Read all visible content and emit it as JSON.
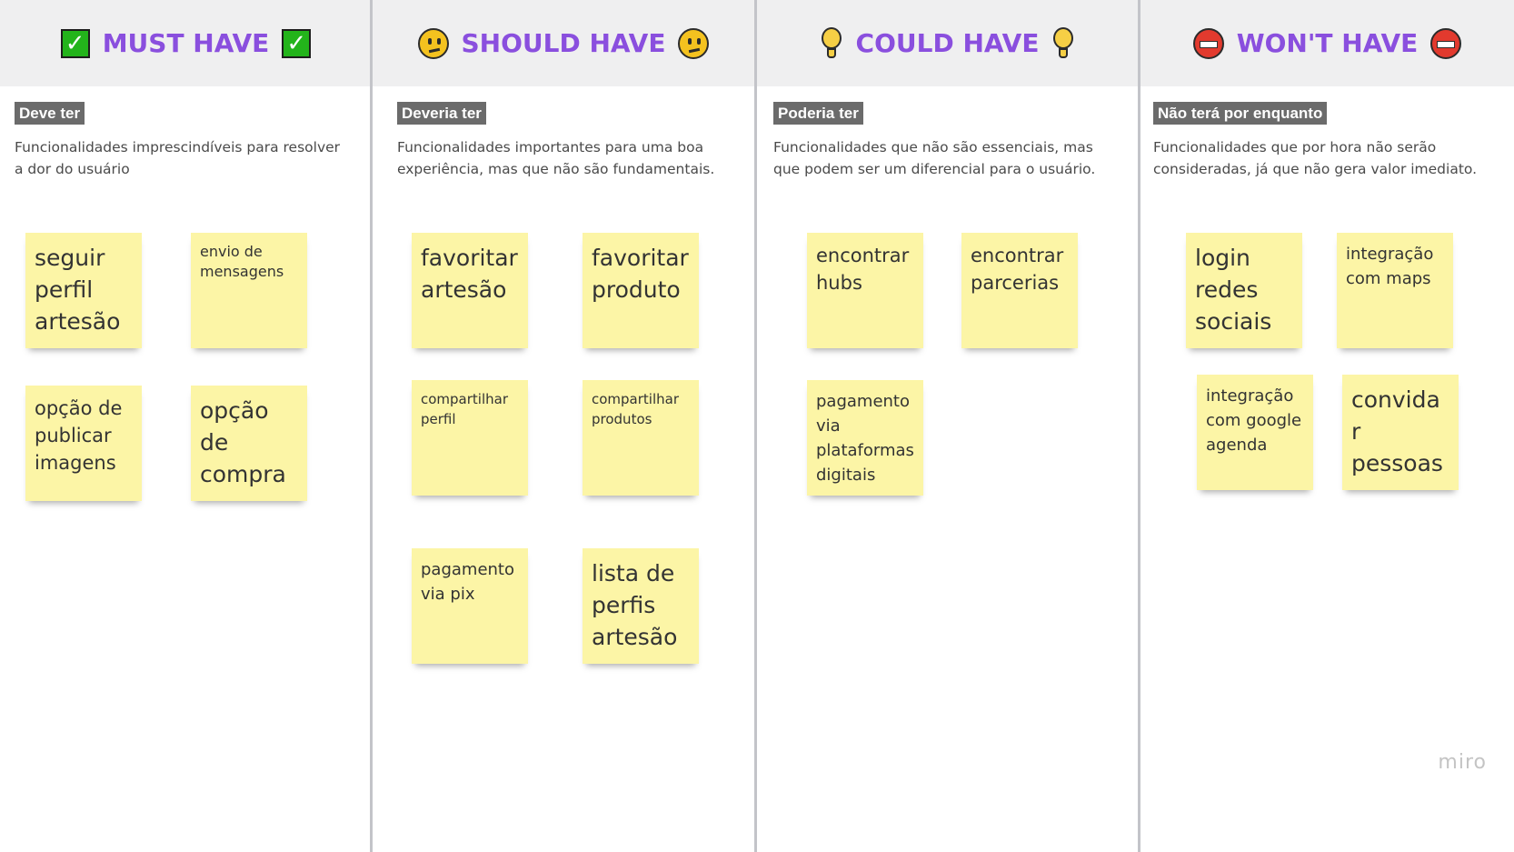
{
  "columns": [
    {
      "title": "MUST HAVE",
      "tag": "Deve ter",
      "description": "Funcionalidades imprescindíveis para resolver a dor do usuário",
      "icon": "checkmark-icon",
      "notes": [
        "seguir perfil artesão",
        "envio de mensagens",
        "opção de publicar imagens",
        "opção de compra"
      ]
    },
    {
      "title": "SHOULD HAVE",
      "tag": "Deveria ter",
      "description": "Funcionalidades importantes para uma boa experiência, mas que não são fundamentais.",
      "icon": "thinking-face-icon",
      "notes": [
        "favoritar artesão",
        "favoritar produto",
        "compartilhar perfil",
        "compartilhar produtos",
        "pagamento via pix",
        "lista de perfis artesão"
      ]
    },
    {
      "title": "COULD HAVE",
      "tag": "Poderia ter",
      "description": "Funcionalidades que não são essenciais, mas que podem ser um diferencial para o usuário.",
      "icon": "lightbulb-icon",
      "notes": [
        "encontrar hubs",
        "encontrar parcerias",
        "pagamento via plataformas digitais"
      ]
    },
    {
      "title": "WON'T HAVE",
      "tag": "Não terá por enquanto",
      "description": "Funcionalidades que por hora não serão consideradas, já que não gera valor imediato.",
      "icon": "no-entry-icon",
      "notes": [
        "login redes sociais",
        "integração com maps",
        "integração com google agenda",
        "convidar pessoas"
      ]
    }
  ],
  "brand": "miro",
  "colors": {
    "title": "#8a4fde",
    "note": "#fcf5a6",
    "header": "#efeff0",
    "tag": "#6b6b6b"
  }
}
